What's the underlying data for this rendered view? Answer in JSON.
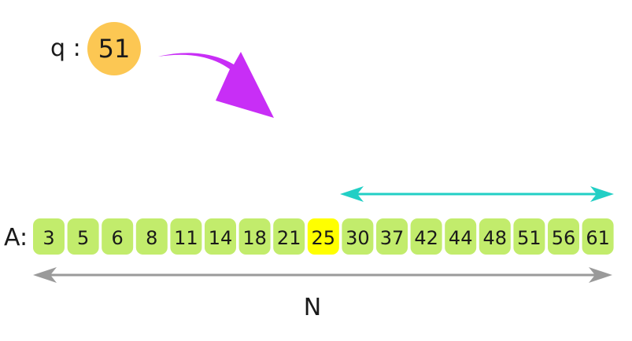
{
  "query": {
    "label": "q :",
    "value": "51"
  },
  "array": {
    "label": "A:",
    "values": [
      "3",
      "5",
      "6",
      "8",
      "11",
      "14",
      "18",
      "21",
      "25",
      "30",
      "37",
      "42",
      "44",
      "48",
      "51",
      "56",
      "61"
    ],
    "highlight_index": 8
  },
  "length_label": "N",
  "colors": {
    "cell": "#c2ec6c",
    "cell_highlight": "#ffff00",
    "query_circle": "#fcc753",
    "curved_arrow": "#c82ef6",
    "range_arrow": "#22cfc5",
    "length_arrow": "#9a9a9a",
    "text": "#1a1a1a"
  }
}
